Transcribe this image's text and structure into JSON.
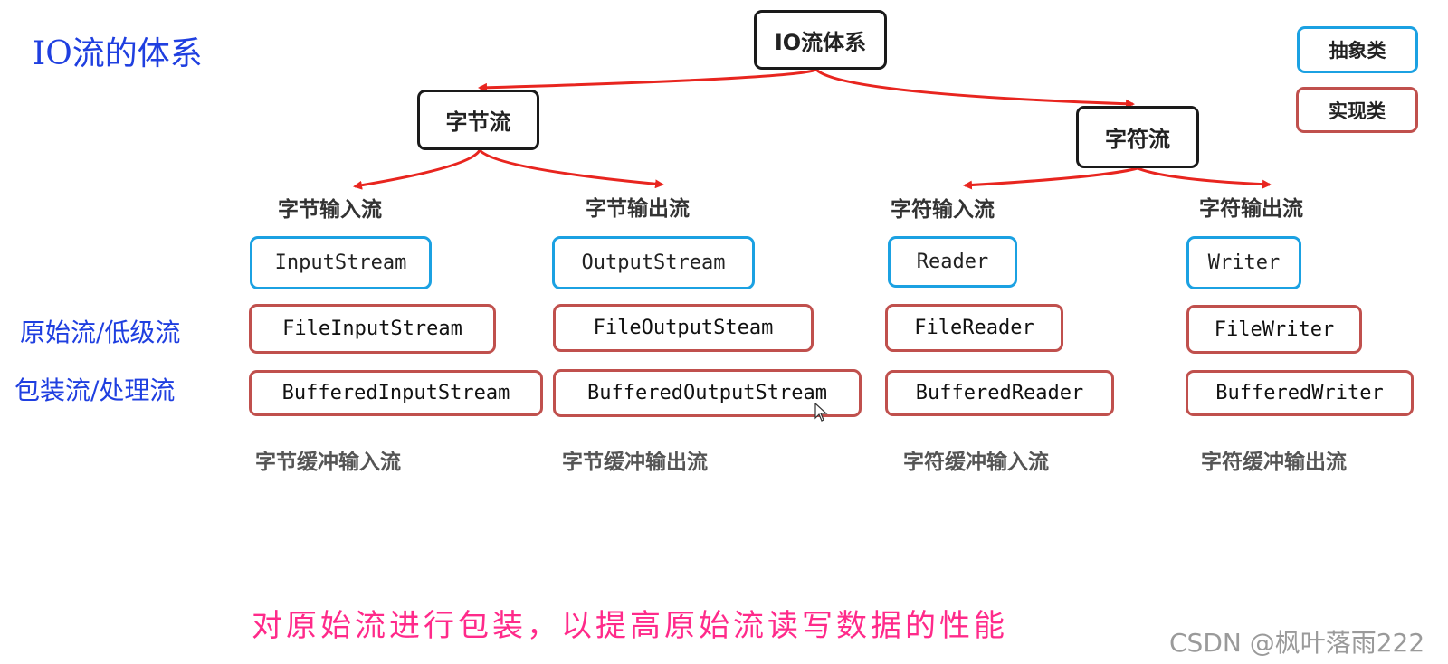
{
  "title": "IO流的体系",
  "tree": {
    "root": "IO流体系",
    "byte_stream": "字节流",
    "char_stream": "字符流"
  },
  "categories": {
    "byte_input": "字节输入流",
    "byte_output": "字节输出流",
    "char_input": "字符输入流",
    "char_output": "字符输出流"
  },
  "abstract_classes": {
    "byte_input": "InputStream",
    "byte_output": "OutputStream",
    "char_input": "Reader",
    "char_output": "Writer"
  },
  "primitive_classes": {
    "byte_input": "FileInputStream",
    "byte_output": "FileOutputSteam",
    "char_input": "FileReader",
    "char_output": "FileWriter"
  },
  "buffered_classes": {
    "byte_input": "BufferedInputStream",
    "byte_output": "BufferedOutputStream",
    "char_input": "BufferedReader",
    "char_output": "BufferedWriter"
  },
  "buffered_labels": {
    "byte_input": "字节缓冲输入流",
    "byte_output": "字节缓冲输出流",
    "char_input": "字符缓冲输入流",
    "char_output": "字符缓冲输出流"
  },
  "row_labels": {
    "primitive": "原始流/低级流",
    "wrapper": "包装流/处理流"
  },
  "legend": {
    "abstract": "抽象类",
    "implementation": "实现类"
  },
  "note": "对原始流进行包装，以提高原始流读写数据的性能",
  "watermark": "CSDN @枫叶落雨222",
  "colors": {
    "arrow": "#e8251f",
    "abstract_border": "#1ba1e2",
    "impl_border": "#c0504d",
    "handwriting_blue": "#1f3fe0",
    "handwriting_pink": "#ff2a8a"
  }
}
